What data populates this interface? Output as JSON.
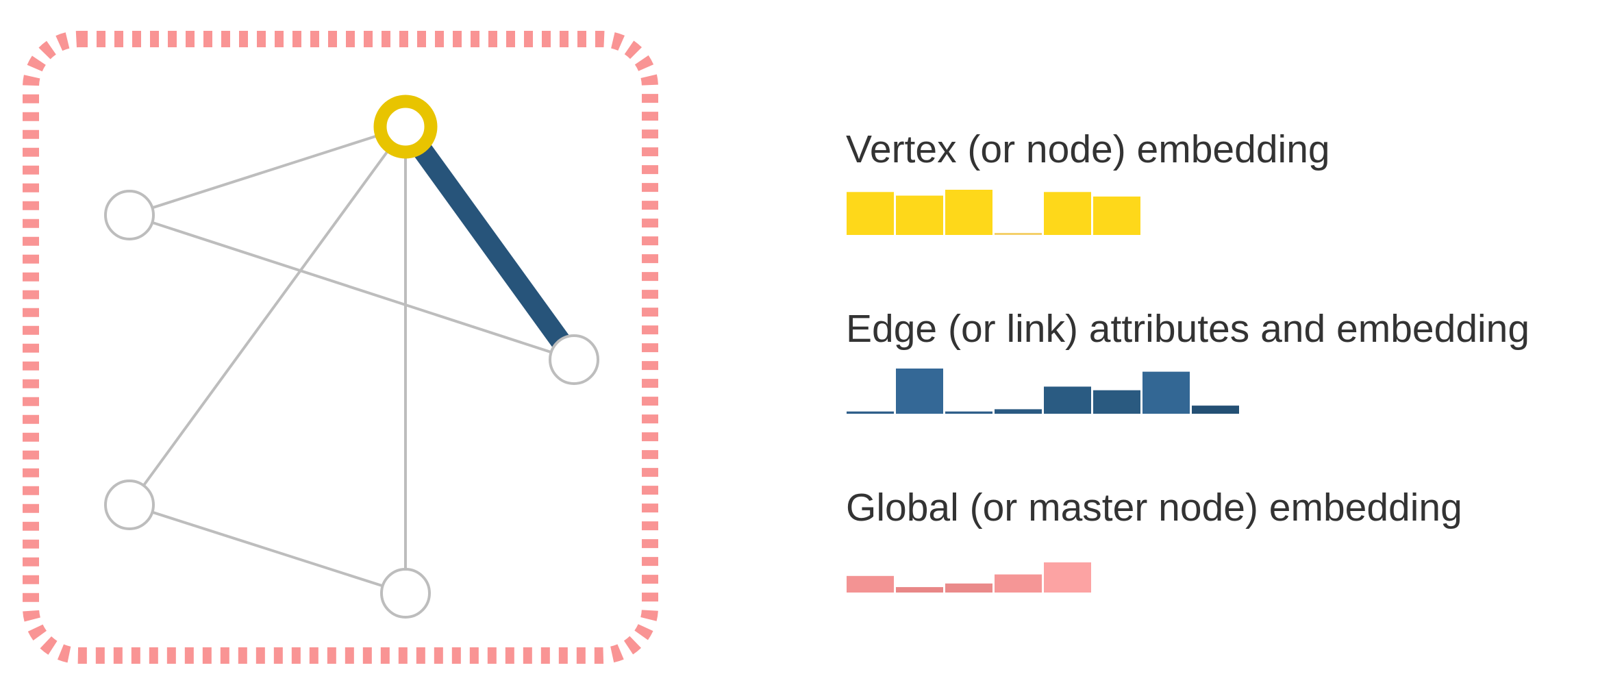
{
  "colors": {
    "global_border": "#f99494",
    "edge_plain": "#bdbdbd",
    "edge_highlight": "#27547a",
    "vertex_highlight": "#e8c400",
    "vertex_plain": "#bdbdbd",
    "node_fill": "#ffffff",
    "text": "#333333"
  },
  "graph": {
    "nodes": [
      {
        "id": "top",
        "highlight": true
      },
      {
        "id": "left-upper",
        "highlight": false
      },
      {
        "id": "right",
        "highlight": false
      },
      {
        "id": "left-lower",
        "highlight": false
      },
      {
        "id": "bottom",
        "highlight": false
      }
    ],
    "edges": [
      {
        "from": "top",
        "to": "left-upper",
        "highlight": false
      },
      {
        "from": "left-upper",
        "to": "right",
        "highlight": false
      },
      {
        "from": "top",
        "to": "left-lower",
        "highlight": false
      },
      {
        "from": "top",
        "to": "bottom",
        "highlight": false
      },
      {
        "from": "left-lower",
        "to": "bottom",
        "highlight": false
      },
      {
        "from": "top",
        "to": "right",
        "highlight": true
      }
    ]
  },
  "legend": {
    "vertex": {
      "label": "Vertex (or node) embedding",
      "values": [
        0.95,
        0.87,
        1.0,
        0.0,
        0.95,
        0.85
      ],
      "colors": [
        "#fed81a",
        "#fed81a",
        "#fed81a",
        "#f4d06a",
        "#fed81a",
        "#fed81a"
      ]
    },
    "edge": {
      "label": "Edge (or link) attributes and embedding",
      "values": [
        0.05,
        1.0,
        0.05,
        0.1,
        0.6,
        0.52,
        0.93,
        0.18
      ],
      "colors": [
        "#2f5f8a",
        "#346896",
        "#2f5f8a",
        "#2a5a82",
        "#2a5b82",
        "#2a5a80",
        "#336794",
        "#245074"
      ]
    },
    "global": {
      "label": "Global (or master node) embedding",
      "values": [
        0.55,
        0.18,
        0.3,
        0.6,
        1.0
      ],
      "colors": [
        "#f39393",
        "#e88787",
        "#ea8a8a",
        "#f59696",
        "#fca3a3"
      ]
    }
  }
}
